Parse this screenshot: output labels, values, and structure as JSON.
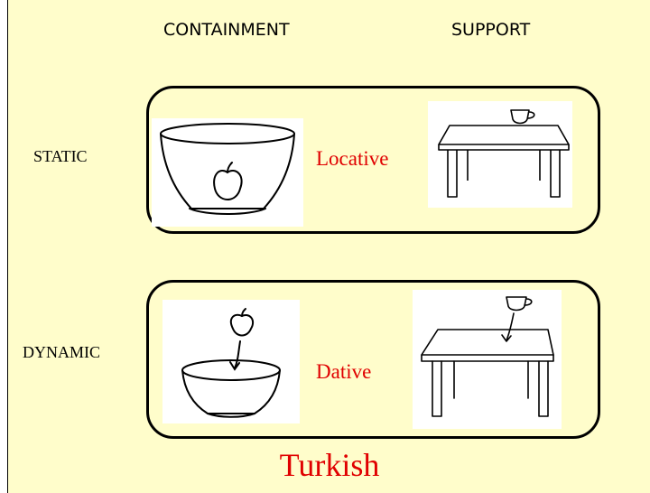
{
  "columns": {
    "left": "CONTAINMENT",
    "right": "SUPPORT"
  },
  "rows": {
    "top": "STATIC",
    "bottom": "DYNAMIC"
  },
  "cases": {
    "top": "Locative",
    "bottom": "Dative"
  },
  "language": "Turkish",
  "colors": {
    "background": "#fffdcb",
    "case_text": "#e00000",
    "border": "#000000"
  },
  "icons": {
    "static_containment": "apple-in-bowl",
    "static_support": "cup-on-table",
    "dynamic_containment": "apple-falling-into-bowl",
    "dynamic_support": "cup-falling-onto-table"
  }
}
